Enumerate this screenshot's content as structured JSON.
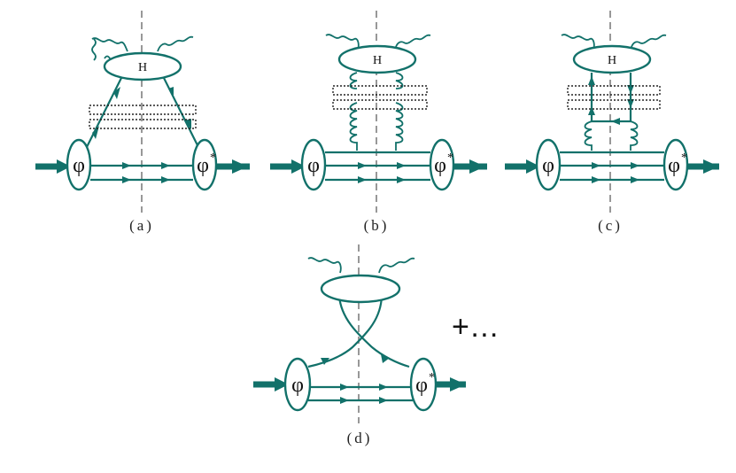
{
  "diagrams": [
    {
      "id": "a",
      "caption": "(a)",
      "hard_label": "H",
      "left_label": "φ",
      "right_label": "φ",
      "right_sup": "*"
    },
    {
      "id": "b",
      "caption": "(b)",
      "hard_label": "H",
      "left_label": "φ",
      "right_label": "φ",
      "right_sup": "*"
    },
    {
      "id": "c",
      "caption": "(c)",
      "hard_label": "H",
      "left_label": "φ",
      "right_label": "φ",
      "right_sup": "*"
    },
    {
      "id": "d",
      "caption": "(d)",
      "hard_label": "",
      "left_label": "φ",
      "right_label": "φ",
      "right_sup": "*"
    }
  ],
  "continuation": "+…",
  "colors": {
    "line": "#12716a",
    "cut": "#777777",
    "box": "#222222"
  }
}
